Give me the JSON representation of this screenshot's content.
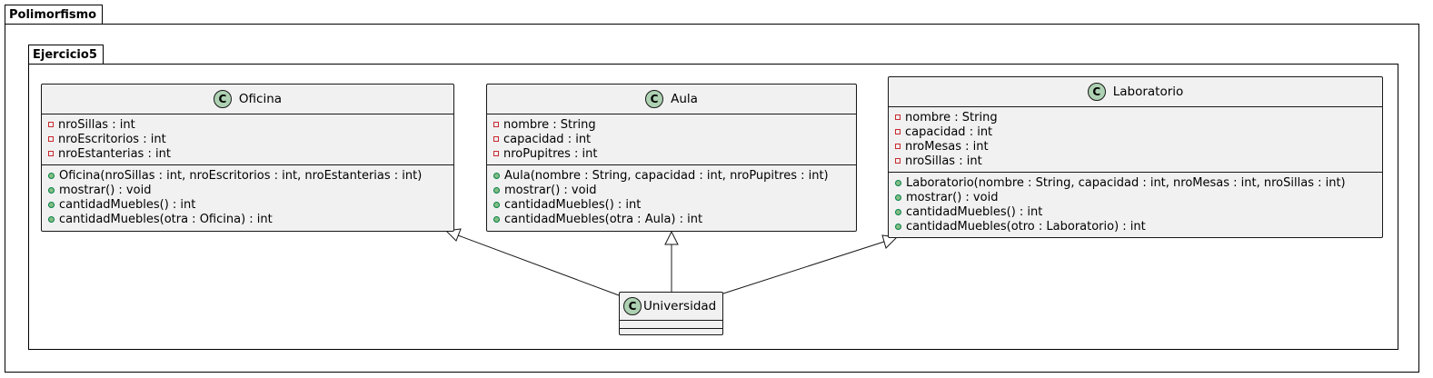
{
  "packages": {
    "outer": "Polimorfismo",
    "inner": "Ejercicio5"
  },
  "classes": {
    "oficina": {
      "name": "Oficina",
      "badge": "C",
      "attributes": [
        "nroSillas : int",
        "nroEscritorios : int",
        "nroEstanterias : int"
      ],
      "methods": [
        "Oficina(nroSillas : int, nroEscritorios : int, nroEstanterias : int)",
        "mostrar() : void",
        "cantidadMuebles() : int",
        "cantidadMuebles(otra : Oficina) : int"
      ]
    },
    "aula": {
      "name": "Aula",
      "badge": "C",
      "attributes": [
        "nombre : String",
        "capacidad : int",
        "nroPupitres : int"
      ],
      "methods": [
        "Aula(nombre : String, capacidad : int, nroPupitres : int)",
        "mostrar() : void",
        "cantidadMuebles() : int",
        "cantidadMuebles(otra : Aula) : int"
      ]
    },
    "laboratorio": {
      "name": "Laboratorio",
      "badge": "C",
      "attributes": [
        "nombre : String",
        "capacidad : int",
        "nroMesas : int",
        "nroSillas : int"
      ],
      "methods": [
        "Laboratorio(nombre : String, capacidad : int, nroMesas : int, nroSillas : int)",
        "mostrar() : void",
        "cantidadMuebles() : int",
        "cantidadMuebles(otro : Laboratorio) : int"
      ]
    },
    "universidad": {
      "name": "Universidad",
      "badge": "C"
    }
  },
  "relations": [
    {
      "from": "Universidad",
      "to": "Oficina",
      "type": "generalization"
    },
    {
      "from": "Universidad",
      "to": "Aula",
      "type": "generalization"
    },
    {
      "from": "Universidad",
      "to": "Laboratorio",
      "type": "generalization"
    }
  ],
  "colors": {
    "class_fill": "#f1f1f1",
    "badge_fill": "#add1b2",
    "private_marker": "#c82930",
    "public_marker": "#84be84",
    "line": "#181818"
  }
}
